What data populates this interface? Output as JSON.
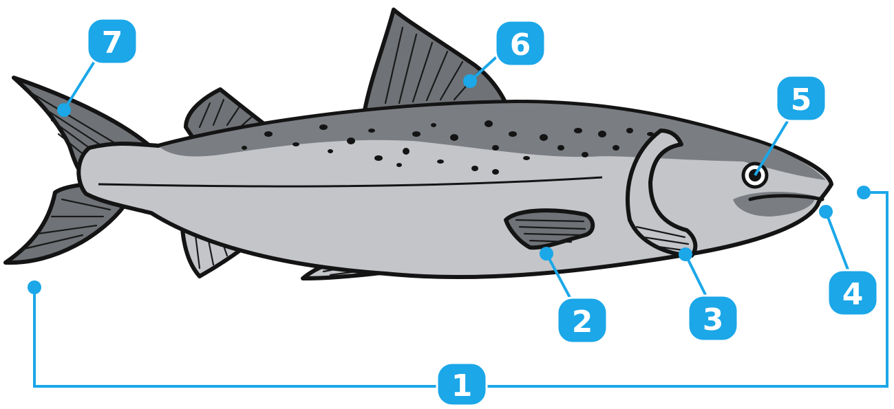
{
  "accent_color": "#1ba7e8",
  "body_colors": {
    "belly": "#c3c5c9",
    "back": "#7a7d82",
    "fin": "#6f7276",
    "outline": "#141414"
  },
  "callouts": [
    {
      "id": "1",
      "label": "1",
      "part": "body-length"
    },
    {
      "id": "2",
      "label": "2",
      "part": "pectoral-fin"
    },
    {
      "id": "3",
      "label": "3",
      "part": "gill-cover"
    },
    {
      "id": "4",
      "label": "4",
      "part": "mouth"
    },
    {
      "id": "5",
      "label": "5",
      "part": "eye"
    },
    {
      "id": "6",
      "label": "6",
      "part": "dorsal-fin"
    },
    {
      "id": "7",
      "label": "7",
      "part": "tail-fin"
    }
  ]
}
